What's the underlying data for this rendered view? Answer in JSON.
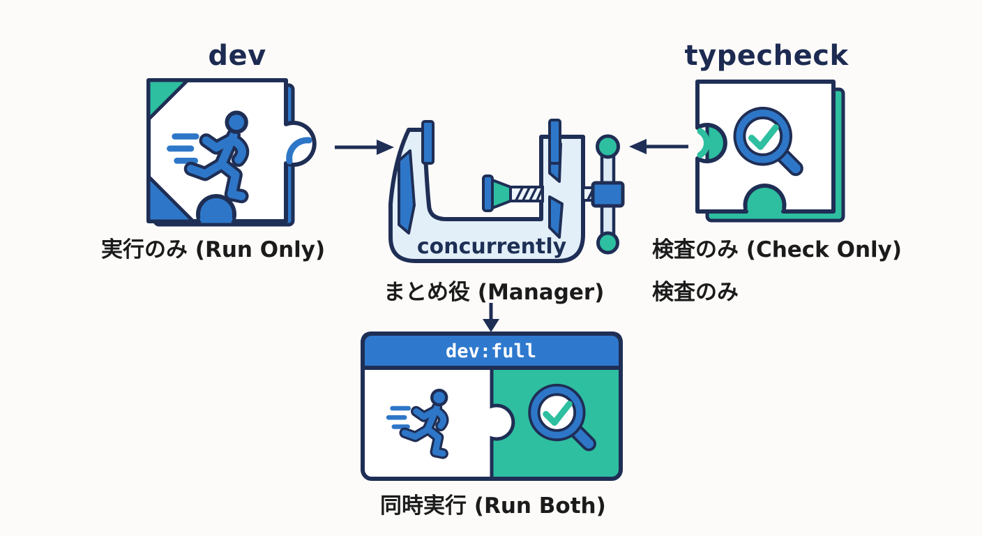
{
  "colors": {
    "background": "#fcfbf9",
    "navy_outline": "#1f2e55",
    "navy_text": "#1d2b52",
    "blue": "#2e77c8",
    "header_blue": "#2e79cd",
    "teal": "#2ebfa0",
    "light_blue_body": "#e2eff9",
    "text_dark": "#1b1b1b",
    "white": "#ffffff"
  },
  "nodes": {
    "dev": {
      "title": "dev",
      "caption": "実行のみ (Run Only)",
      "icon": "runner-icon"
    },
    "typecheck": {
      "title": "typecheck",
      "caption": "検査のみ (Check Only)",
      "caption_secondary": "検査のみ",
      "icon": "magnifier-check-icon"
    },
    "concurrently": {
      "label": "concurrently",
      "caption": "まとめ役 (Manager)",
      "icon": "clamp-icon"
    },
    "dev_full": {
      "title": "dev:full",
      "caption": "同時実行 (Run Both)",
      "icons": [
        "runner-icon",
        "magnifier-check-icon"
      ]
    }
  },
  "arrows": [
    {
      "from": "dev",
      "to": "concurrently",
      "direction": "right"
    },
    {
      "from": "typecheck",
      "to": "concurrently",
      "direction": "left"
    },
    {
      "from": "concurrently",
      "to": "dev_full",
      "direction": "down"
    }
  ]
}
